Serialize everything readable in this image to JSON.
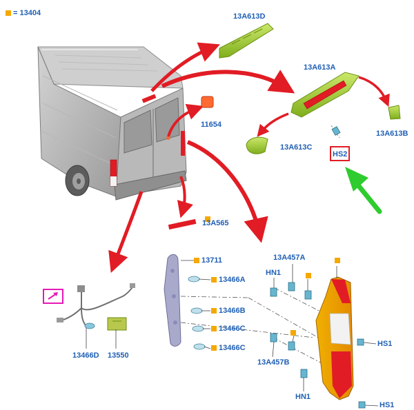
{
  "legend": {
    "symbol": "orange-square",
    "text": "= 13404"
  },
  "labels": {
    "p13A613D": "13A613D",
    "p13A613A": "13A613A",
    "p13A613B": "13A613B",
    "p13A613C": "13A613C",
    "p11654": "11654",
    "pHS2": "HS2",
    "p13A565": "13A565",
    "p13711": "13711",
    "p13466A": "13466A",
    "p13466B": "13466B",
    "p13466C_1": "13466C",
    "p13466C_2": "13466C",
    "p13466D": "13466D",
    "p13550": "13550",
    "p13A457A": "13A457A",
    "p13A457B": "13A457B",
    "pHN1_top": "HN1",
    "pHN1_bottom": "HN1",
    "pHS1_top": "HS1",
    "pHS1_bottom": "HS1"
  },
  "colors": {
    "label": "#1f5fb4",
    "orange_marker": "#f5a800",
    "red_arrow": "#e11c24",
    "green_arrow": "#2ecc2e",
    "highlight_box": "#e11c24",
    "connector_box": "#e619b5"
  }
}
